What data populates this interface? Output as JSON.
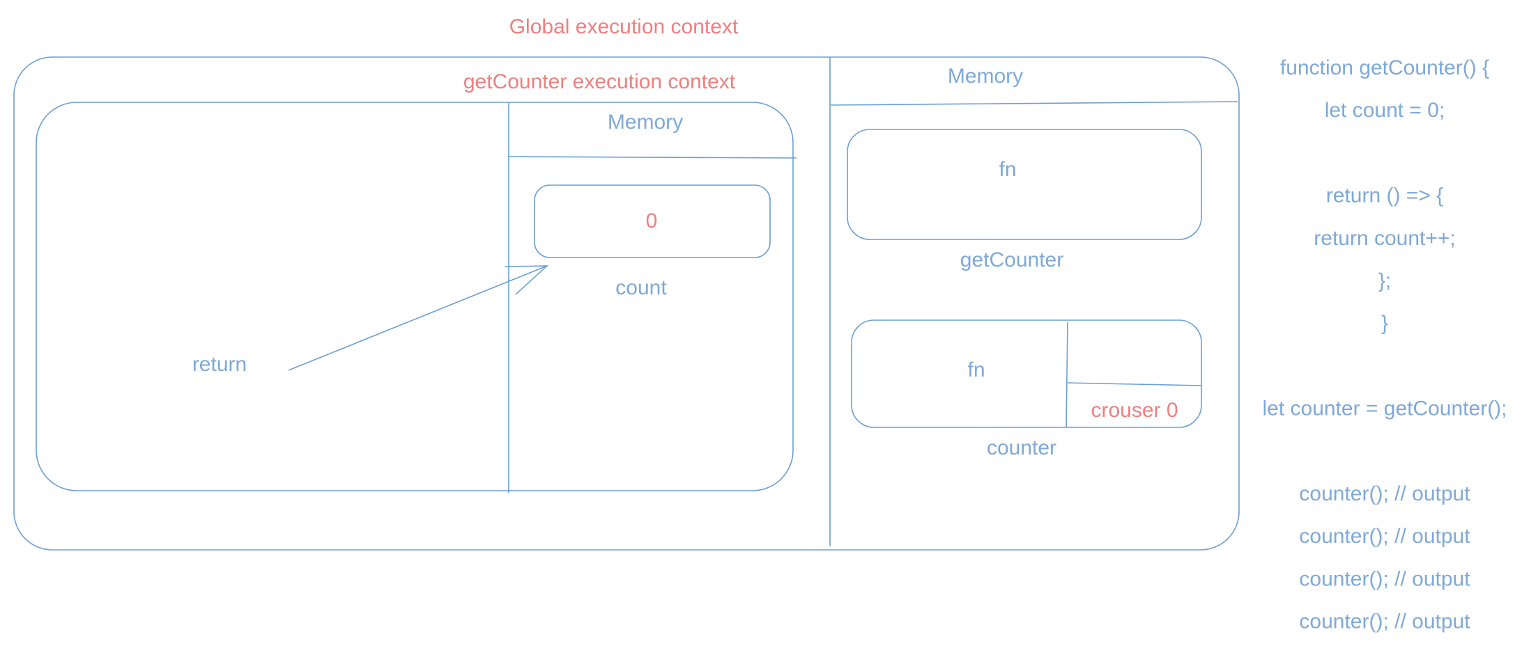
{
  "colors": {
    "line": "#6b9fd4",
    "text_blue": "#7ea9d8",
    "text_red": "#ef7f7f"
  },
  "global_context": {
    "title": "Global execution context",
    "memory_label": "Memory",
    "get_counter_box": {
      "value": "fn",
      "label": "getCounter"
    },
    "counter_box": {
      "value": "fn",
      "closure_value": "crouser 0",
      "label": "counter"
    }
  },
  "getcounter_context": {
    "title": "getCounter execution context",
    "memory_label": "Memory",
    "return_label": "return",
    "count_box": {
      "value": "0",
      "label": "count"
    }
  },
  "code_lines": [
    "function getCounter() {",
    "let count = 0;",
    "",
    "return () => {",
    "return count++;",
    "};",
    "}",
    "",
    "let counter = getCounter();",
    "",
    "counter(); // output",
    "counter(); // output",
    "counter(); // output",
    "counter(); // output"
  ]
}
